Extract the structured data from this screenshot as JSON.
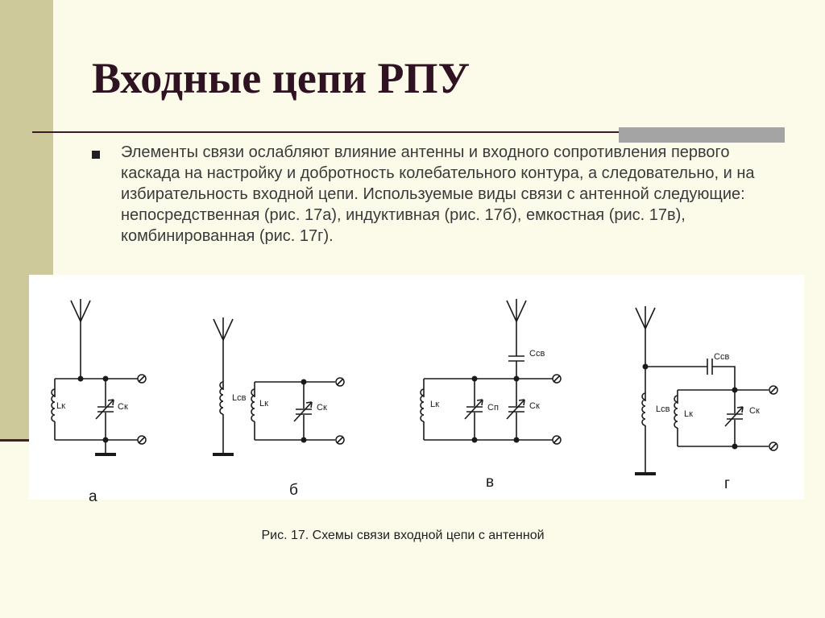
{
  "slide": {
    "title": "Входные цепи РПУ",
    "bullet": "Элементы связи ослабляют влияние антенны и входного сопротивления первого каскада на настройку и добротность колебательного контура, а следовательно, и на избирательность входной цепи. Используемые виды связи с антенной следующие: непосредственная (рис. 17а), индуктивная (рис. 17б), емкостная (рис. 17в), комбинированная (рис. 17г)."
  },
  "figure": {
    "labels": {
      "lk": "Lк",
      "ck": "Ск",
      "lsv": "Lсв",
      "csv": "Ссв",
      "cp": "Сп"
    },
    "subfigures": [
      "а",
      "б",
      "в",
      "г"
    ],
    "caption": "Рис. 17. Схемы связи входной цепи с антенной"
  },
  "colors": {
    "background": "#fcfbe9",
    "left_strip": "#cdc99b",
    "title": "#2f1322",
    "rule": "#3c1a28",
    "rule_accent": "#a4a4a4"
  }
}
